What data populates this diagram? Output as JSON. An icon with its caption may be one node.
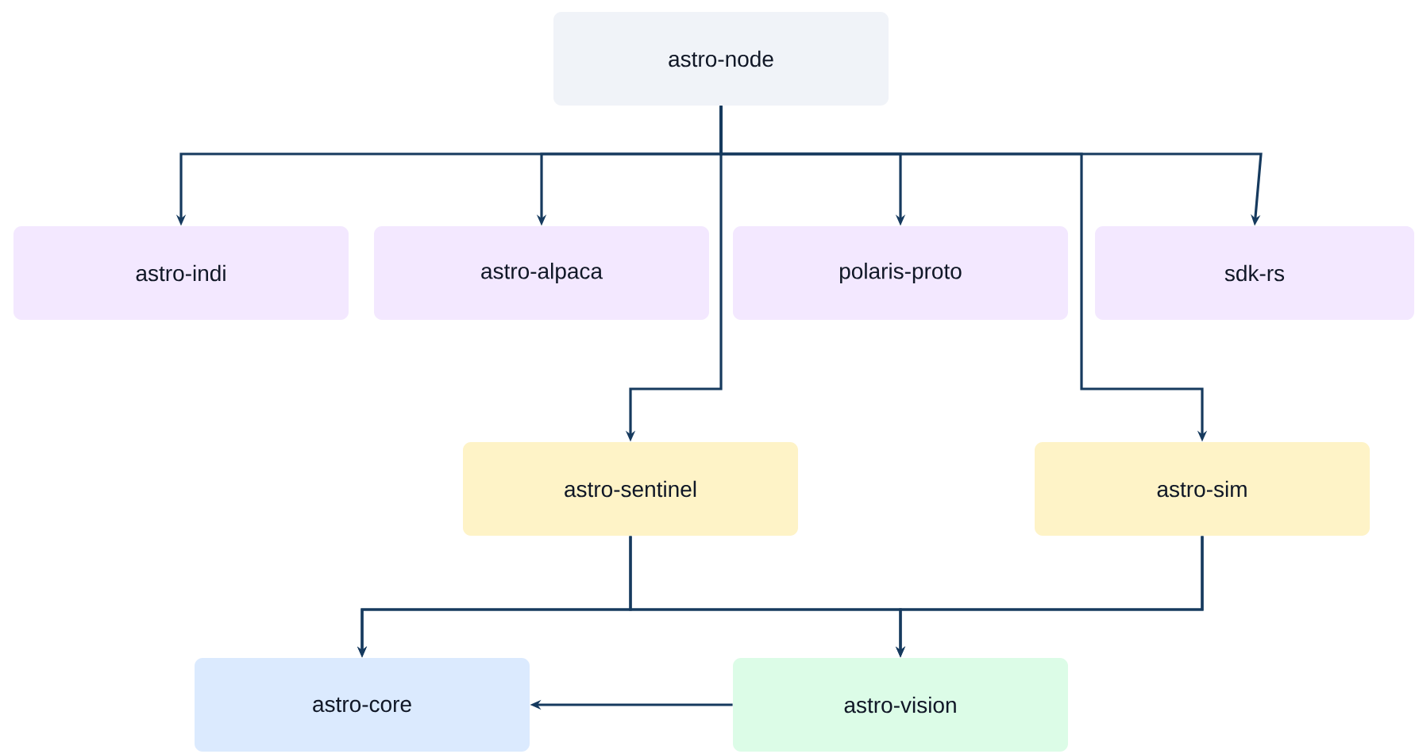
{
  "diagram": {
    "nodes": [
      {
        "text": [
          "astro-node"
        ]
      },
      {
        "text": [
          "astro-indi"
        ]
      },
      {
        "text": [
          "astro-alpaca"
        ]
      },
      {
        "text": [
          "polaris-proto"
        ]
      },
      {
        "text": [
          "sdk-rs"
        ]
      },
      {
        "text": [
          "astro-sentinel"
        ]
      },
      {
        "text": [
          "astro-sim"
        ]
      },
      {
        "text": [
          "astro-core"
        ]
      },
      {
        "text": [
          "astro-vision"
        ]
      }
    ],
    "edges": [
      {
        "from": 0,
        "to": 1,
        "arrow": "to"
      },
      {
        "from": 0,
        "to": 2,
        "arrow": "to"
      },
      {
        "from": 0,
        "to": 3,
        "arrow": "to"
      },
      {
        "from": 0,
        "to": 4,
        "arrow": "to"
      },
      {
        "from": 0,
        "to": 5,
        "arrow": "to"
      },
      {
        "from": 0,
        "to": 6,
        "arrow": "to"
      },
      {
        "from": 5,
        "to": 7,
        "arrow": "to"
      },
      {
        "from": 5,
        "to": 8,
        "arrow": "to"
      },
      {
        "from": 6,
        "to": 7,
        "arrow": "to"
      },
      {
        "from": 6,
        "to": 8,
        "arrow": "to"
      },
      {
        "from": 8,
        "to": 7,
        "arrow": "to"
      }
    ]
  }
}
